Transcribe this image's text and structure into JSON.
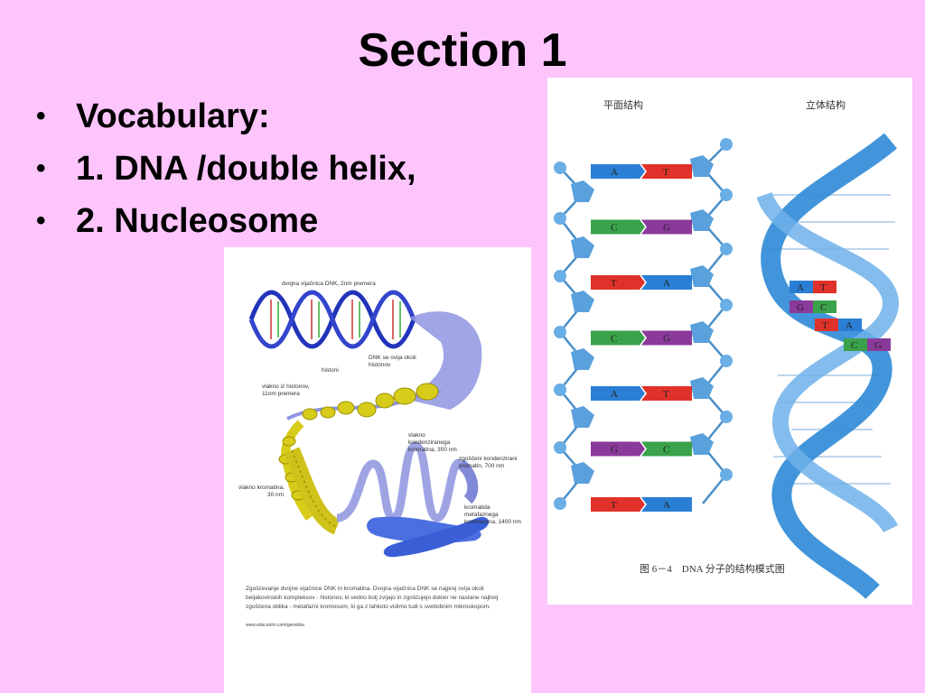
{
  "slide": {
    "title": "Section 1",
    "bullets": [
      "Vocabulary:",
      "1. DNA /double helix,",
      "2. Nucleosome"
    ]
  },
  "chromatin_figure": {
    "labels": {
      "double_helix": "dvojna vijačnica DNK, 2nm premera",
      "histones": "histoni",
      "wraps": [
        "DNK se ovija okoli",
        "histonov"
      ],
      "histone_fiber": [
        "vlakno iz histonov,",
        "11nm premera"
      ],
      "condensed_chromatin": [
        "vlakno",
        "kondenziranega",
        "kromatina, 300 nm"
      ],
      "compact_chromatin": [
        "zgoščeni kondenzirani",
        "kromatin, 700 nm"
      ],
      "chromatin_fiber": [
        "vlakno kromatina,",
        "30 nm"
      ],
      "chromatid": [
        "kromatida",
        "metafaznega",
        "kromosoma, 1400 nm"
      ]
    },
    "caption": [
      "Zgoščevanje dvojne vijačnice DNK in kromatina. Dvojna vijačnica DNK se najprej ovija okoli",
      "beljakovinskih kompleksov - histonov, ki vedno bolj zvijajo in zgoščujejo dokler ne nastane najbolj",
      "zgoščena oblika - metafazni kromosom, ki ga z lahkoto vidimo tudi s svetlobnim mikroskopom."
    ],
    "source": "www.educanim.com/genetika"
  },
  "dna_figure": {
    "left_heading": "平面结构",
    "right_heading": "立体结构",
    "pairs": [
      {
        "left": "A",
        "right": "T"
      },
      {
        "left": "C",
        "right": "G"
      },
      {
        "left": "T",
        "right": "A"
      },
      {
        "left": "C",
        "right": "G"
      },
      {
        "left": "A",
        "right": "T"
      },
      {
        "left": "G",
        "right": "C"
      },
      {
        "left": "T",
        "right": "A"
      }
    ],
    "helix_pairs": [
      {
        "left": "A",
        "right": "T"
      },
      {
        "left": "G",
        "right": "C"
      },
      {
        "left": "T",
        "right": "A"
      },
      {
        "left": "C",
        "right": "G"
      }
    ],
    "caption": "图 6－4　DNA 分子的结构模式图",
    "colors": {
      "A": "#2a7fd4",
      "T": "#e0322a",
      "C": "#3aa24a",
      "G": "#8a3a9a"
    }
  }
}
